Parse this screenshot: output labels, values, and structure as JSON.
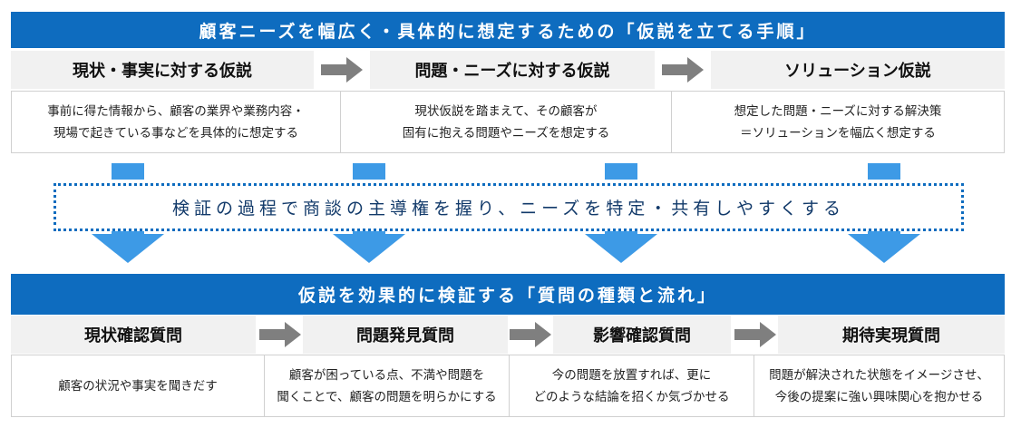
{
  "top": {
    "title": "顧客ニーズを幅広く・具体的に想定するための「仮説を立てる手順」",
    "steps": [
      {
        "label": "現状・事実に対する仮説",
        "lines": [
          "事前に得た情報から、顧客の業界や業務内容・",
          "現場で起きている事などを具体的に想定する"
        ]
      },
      {
        "label": "問題・ニーズに対する仮説",
        "lines": [
          "現状仮説を踏まえて、その顧客が",
          "固有に抱える問題やニーズを想定する"
        ]
      },
      {
        "label": "ソリューション仮説",
        "lines": [
          "想定した問題・ニーズに対する解決策",
          "＝ソリューションを幅広く想定する"
        ]
      }
    ]
  },
  "middle": {
    "text": "検証の過程で商談の主導権を握り、ニーズを特定・共有しやすくする"
  },
  "bottom": {
    "title": "仮説を効果的に検証する「質問の種類と流れ」",
    "steps": [
      {
        "label": "現状確認質問",
        "lines": [
          "顧客の状況や事実を聞きだす"
        ]
      },
      {
        "label": "問題発見質問",
        "lines": [
          "顧客が困っている点、不満や問題を",
          "聞くことで、顧客の問題を明らかにする"
        ]
      },
      {
        "label": "影響確認質問",
        "lines": [
          "今の問題を放置すれば、更に",
          "どのような結論を招くか気づかせる"
        ]
      },
      {
        "label": "期待実現質問",
        "lines": [
          "問題が解決された状態をイメージさせ、",
          "今後の提案に強い興味関心を抱かせる"
        ]
      }
    ]
  },
  "colors": {
    "accent": "#0e6cbf",
    "arrow_blue": "#3d9ae6",
    "arrow_gray": "#7f7f7f",
    "header_bg": "#f1f1f1"
  }
}
